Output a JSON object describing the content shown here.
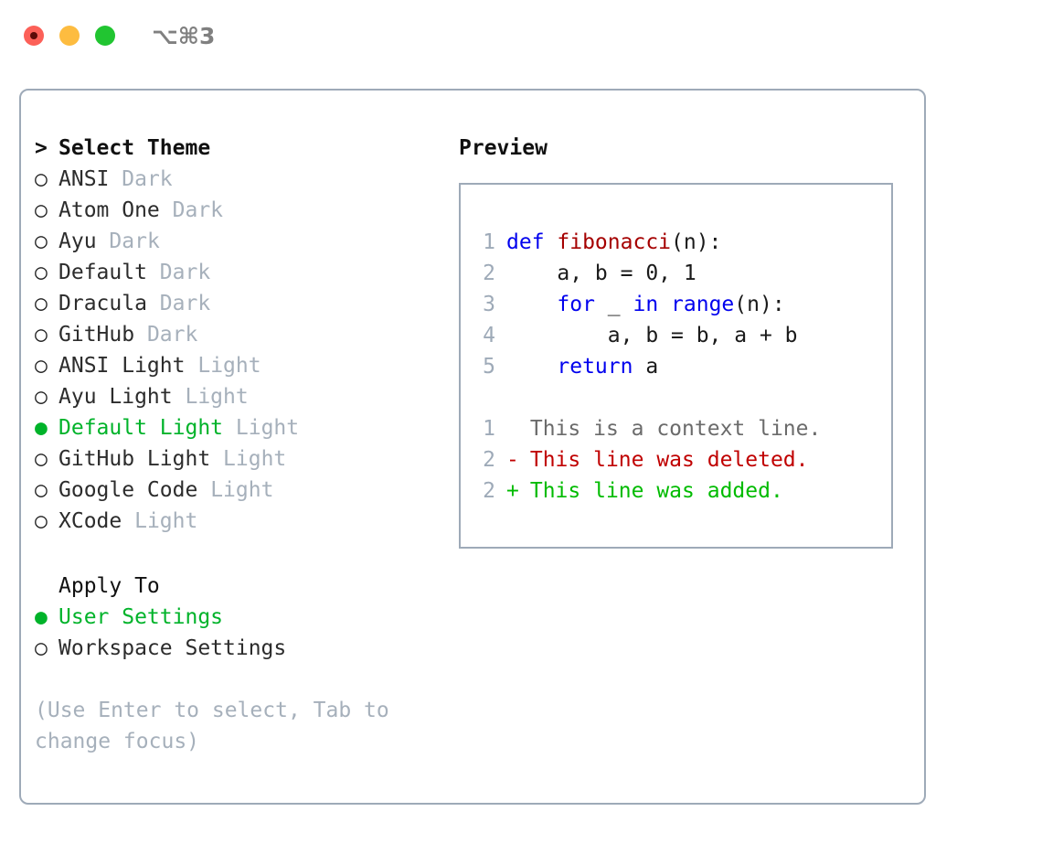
{
  "window": {
    "shortcut": "⌥⌘3",
    "traffic_lights": [
      {
        "name": "close",
        "color": "#fc6058"
      },
      {
        "name": "minimize",
        "color": "#fdbc40"
      },
      {
        "name": "zoom",
        "color": "#21c531"
      }
    ]
  },
  "theme_list": {
    "title": "Select Theme",
    "title_marker": ">",
    "marker_selected": "●",
    "marker_unselected": "○",
    "items": [
      {
        "name": "ANSI",
        "kind": "Dark",
        "selected": false
      },
      {
        "name": "Atom One",
        "kind": "Dark",
        "selected": false
      },
      {
        "name": "Ayu",
        "kind": "Dark",
        "selected": false
      },
      {
        "name": "Default",
        "kind": "Dark",
        "selected": false
      },
      {
        "name": "Dracula",
        "kind": "Dark",
        "selected": false
      },
      {
        "name": "GitHub",
        "kind": "Dark",
        "selected": false
      },
      {
        "name": "ANSI Light",
        "kind": "Light",
        "selected": false
      },
      {
        "name": "Ayu Light",
        "kind": "Light",
        "selected": false
      },
      {
        "name": "Default Light",
        "kind": "Light",
        "selected": true
      },
      {
        "name": "GitHub Light",
        "kind": "Light",
        "selected": false
      },
      {
        "name": "Google Code",
        "kind": "Light",
        "selected": false
      },
      {
        "name": "XCode",
        "kind": "Light",
        "selected": false
      }
    ]
  },
  "apply_to": {
    "title": "Apply To",
    "options": [
      {
        "label": "User Settings",
        "selected": true
      },
      {
        "label": "Workspace Settings",
        "selected": false
      }
    ]
  },
  "hint": "(Use Enter to select, Tab to change focus)",
  "preview": {
    "title": "Preview",
    "code": [
      {
        "n": "1",
        "tokens": [
          {
            "t": "def ",
            "c": "kw"
          },
          {
            "t": "fibonacci",
            "c": "fn"
          },
          {
            "t": "(n):",
            "c": "plain"
          }
        ]
      },
      {
        "n": "2",
        "tokens": [
          {
            "t": "    a, b = 0, 1",
            "c": "plain"
          }
        ]
      },
      {
        "n": "3",
        "tokens": [
          {
            "t": "    ",
            "c": "plain"
          },
          {
            "t": "for",
            "c": "kw"
          },
          {
            "t": " _ ",
            "c": "plain"
          },
          {
            "t": "in",
            "c": "kw"
          },
          {
            "t": " ",
            "c": "plain"
          },
          {
            "t": "range",
            "c": "kw"
          },
          {
            "t": "(n):",
            "c": "plain"
          }
        ]
      },
      {
        "n": "4",
        "tokens": [
          {
            "t": "        a, b = b, a + b",
            "c": "plain"
          }
        ]
      },
      {
        "n": "5",
        "tokens": [
          {
            "t": "    ",
            "c": "plain"
          },
          {
            "t": "return",
            "c": "kw"
          },
          {
            "t": " a",
            "c": "plain"
          }
        ]
      }
    ],
    "diff": [
      {
        "n": "1",
        "sign": " ",
        "text": "This is a context line.",
        "kind": "ctx"
      },
      {
        "n": "2",
        "sign": "-",
        "text": "This line was deleted.",
        "kind": "del"
      },
      {
        "n": "2",
        "sign": "+",
        "text": "This line was added.",
        "kind": "add"
      }
    ]
  },
  "colors": {
    "accent_green": "#00b32a",
    "muted": "#a6b0bb",
    "border": "#9eaab8",
    "keyword": "#0000ee",
    "function": "#a50000",
    "diff_add": "#00bb00",
    "diff_del": "#c00000"
  }
}
